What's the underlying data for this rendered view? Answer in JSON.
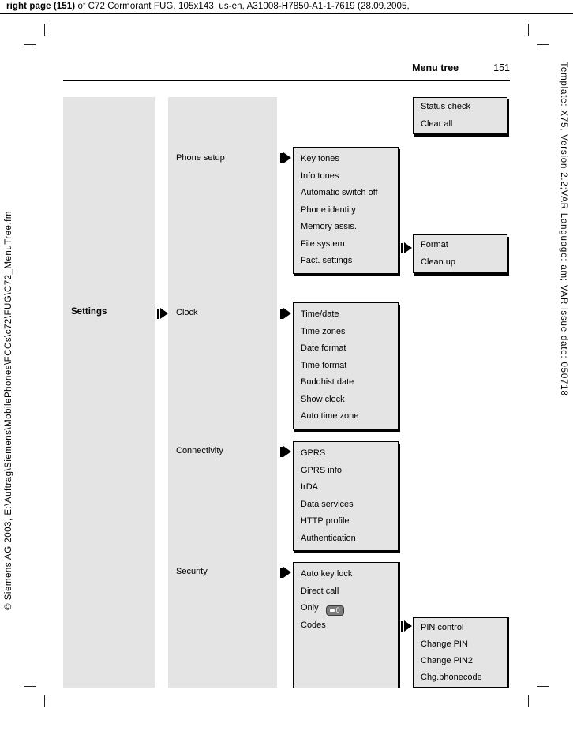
{
  "meta": {
    "top_header_bold": "right page (151)",
    "top_header_rest": " of C72 Cormorant FUG, 105x143, us-en, A31008-H7850-A1-1-7619 (28.09.2005,",
    "left_margin_text": "© Siemens AG 2003, E:\\Auftrag\\Siemens\\MobilePhones\\FCCs\\c72\\FUG\\C72_MenuTree.fm",
    "right_margin_text": "Template: X75, Version 2.2;VAR Language: am; VAR issue date: 050718"
  },
  "header": {
    "title": "Menu tree",
    "page_number": "151"
  },
  "tree": {
    "root_label": "Settings",
    "branches": [
      "Phone setup",
      "Clock",
      "Connectivity",
      "Security"
    ],
    "status_box": {
      "items": [
        "Status check",
        "Clear all"
      ]
    },
    "phone_setup_box": {
      "items": [
        "Key tones",
        "Info tones",
        "Automatic switch off",
        "Phone identity",
        "Memory assis.",
        "File system",
        "Fact. settings"
      ]
    },
    "format_box": {
      "items": [
        "Format",
        "Clean up"
      ]
    },
    "clock_box": {
      "items": [
        "Time/date",
        "Time zones",
        "Date format",
        "Time format",
        "Buddhist date",
        "Show clock",
        "Auto time zone"
      ]
    },
    "connectivity_box": {
      "items": [
        "GPRS",
        "GPRS info",
        "IrDA",
        "Data services",
        "HTTP profile",
        "Authentication"
      ]
    },
    "security_box": {
      "items": [
        "Auto key lock",
        "Direct call",
        "Only",
        "Codes"
      ],
      "only_icon_label": "0"
    },
    "pin_box": {
      "items": [
        "PIN control",
        "Change PIN",
        "Change PIN2",
        "Chg.phonecode"
      ]
    }
  },
  "colors": {
    "box_gray": "#e4e4e4",
    "ink": "#000000"
  }
}
